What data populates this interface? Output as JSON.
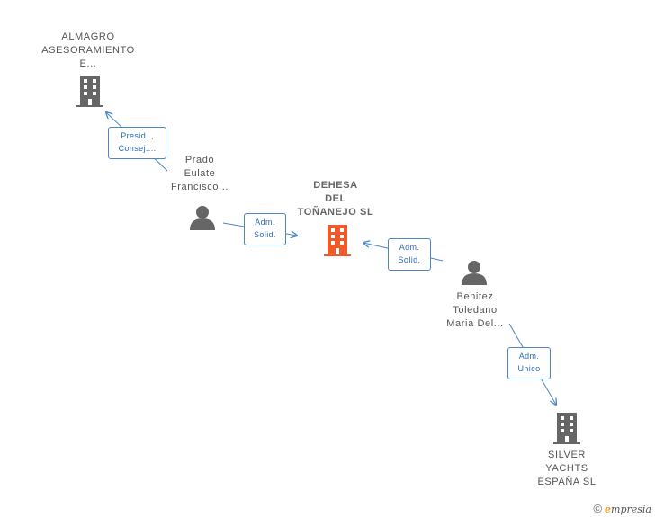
{
  "nodes": {
    "almagro": {
      "label": "ALMAGRO\nASESORAMIENTO\nE...",
      "icon": "building-icon",
      "color": "#666666"
    },
    "prado": {
      "label": "Prado\nEulate\nFrancisco...",
      "icon": "person-icon",
      "color": "#666666"
    },
    "dehesa": {
      "label": "DEHESA\nDEL\nTOÑANEJO SL",
      "icon": "building-icon",
      "color": "#f05a28"
    },
    "benitez": {
      "label": "Benitez\nToledano\nMaria Del...",
      "icon": "person-icon",
      "color": "#666666"
    },
    "silver": {
      "label": "SILVER\nYACHTS\nESPAÑA SL",
      "icon": "building-icon",
      "color": "#666666"
    }
  },
  "edges": {
    "prado_almagro": "Presid. ,\nConsej....",
    "prado_dehesa": "Adm.\nSolid.",
    "benitez_dehesa": "Adm.\nSolid.",
    "benitez_silver": "Adm.\nUnico"
  },
  "footer": {
    "copyright": "©",
    "brand_initial": "e",
    "brand_rest": "mpresia"
  },
  "colors": {
    "edge": "#4a86c8",
    "center": "#f05a28",
    "node": "#666666"
  }
}
